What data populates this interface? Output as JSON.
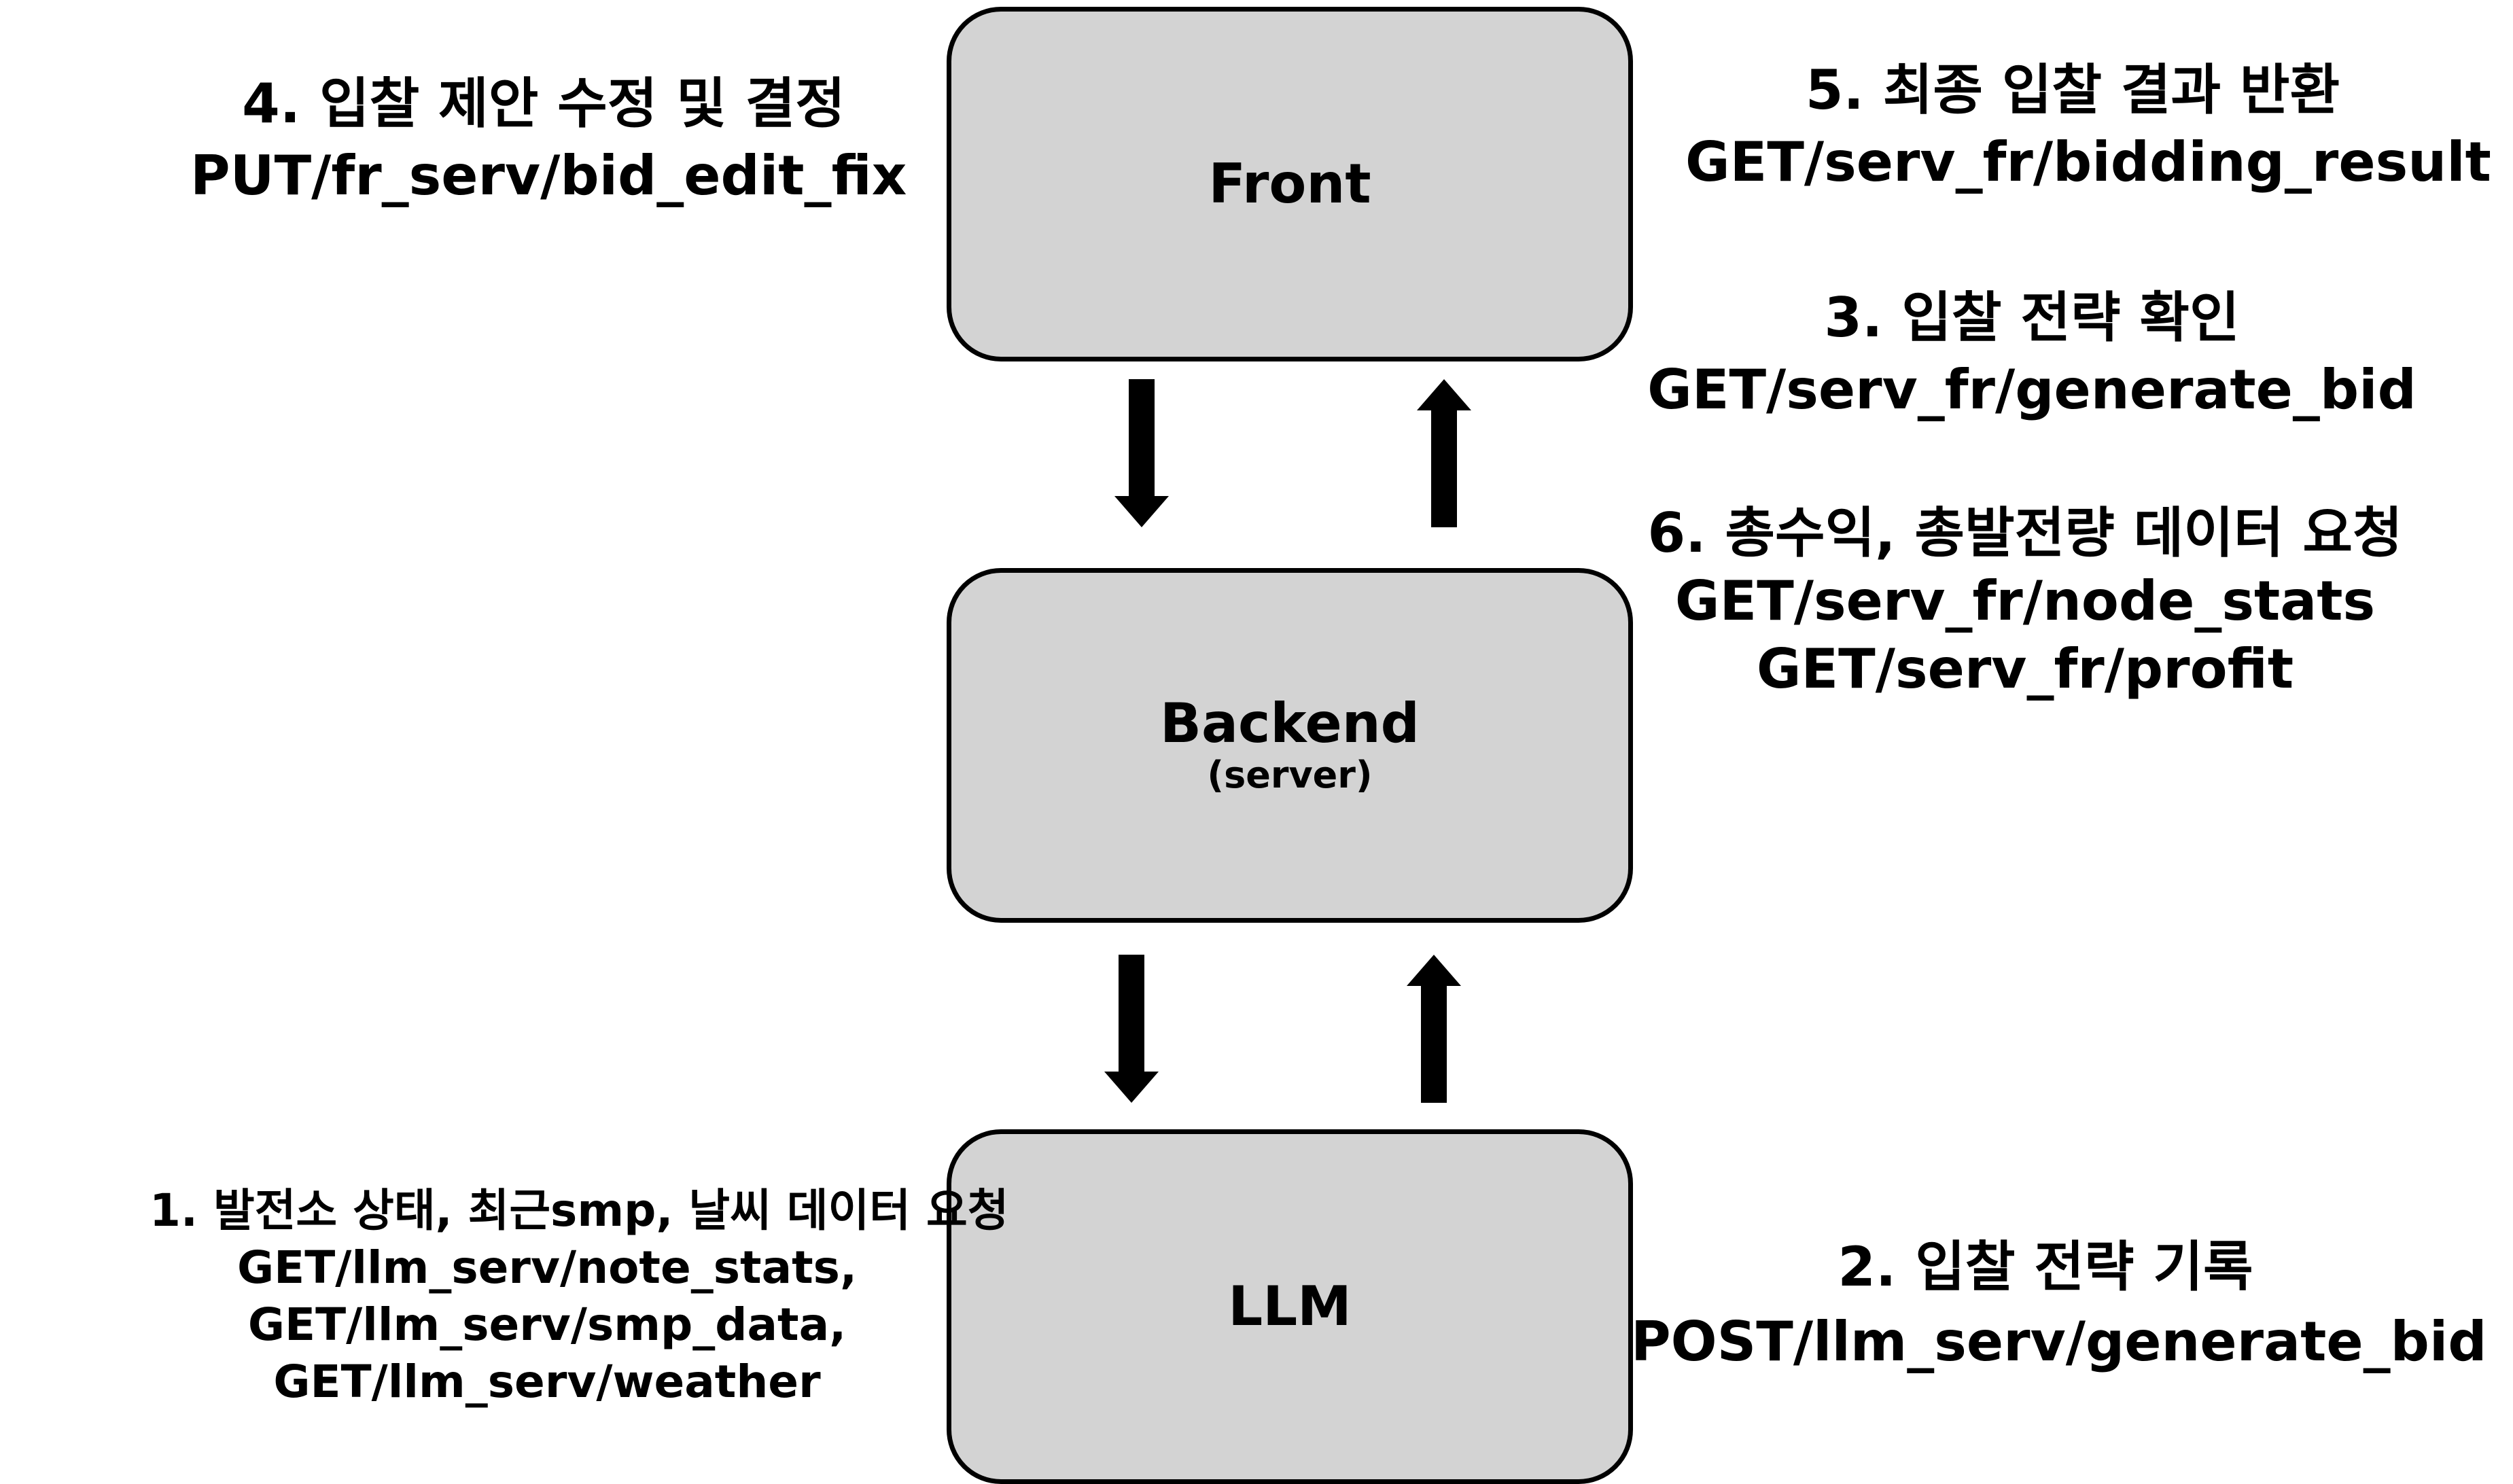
{
  "nodes": {
    "front": {
      "title": "Front"
    },
    "backend": {
      "title": "Backend",
      "subtitle": "(server)"
    },
    "llm": {
      "title": "LLM"
    }
  },
  "steps": {
    "step4": {
      "heading": "4. 입찰 제안 수정 및 결정",
      "endpoints": [
        "PUT/fr_serv/bid_edit_fix"
      ]
    },
    "step5": {
      "heading": "5. 최종 입찰 결과 반환",
      "endpoints": [
        "GET/serv_fr/bidding_result"
      ]
    },
    "step3": {
      "heading": "3. 입찰 전략 확인",
      "endpoints": [
        "GET/serv_fr/generate_bid"
      ]
    },
    "step6": {
      "heading": "6. 총수익, 총발전량 데이터 요청",
      "endpoints": [
        "GET/serv_fr/node_stats",
        "GET/serv_fr/profit"
      ]
    },
    "step2": {
      "heading": "2. 입찰 전략 기록",
      "endpoints": [
        "POST/llm_serv/generate_bid"
      ]
    },
    "step1": {
      "heading": "1. 발전소 상태, 최근smp, 날씨 데이터 요청",
      "endpoints": [
        "GET/llm_serv/note_stats,",
        "GET/llm_serv/smp_data,",
        "GET/llm_serv/weather"
      ]
    }
  },
  "colors": {
    "box_fill": "#d3d3d3",
    "box_border": "#000000",
    "arrow": "#000000",
    "text": "#000000",
    "background": "#ffffff"
  },
  "arrows": [
    {
      "from": "front",
      "to": "backend",
      "direction": "down"
    },
    {
      "from": "backend",
      "to": "front",
      "direction": "up"
    },
    {
      "from": "backend",
      "to": "llm",
      "direction": "down"
    },
    {
      "from": "llm",
      "to": "backend",
      "direction": "up"
    }
  ]
}
